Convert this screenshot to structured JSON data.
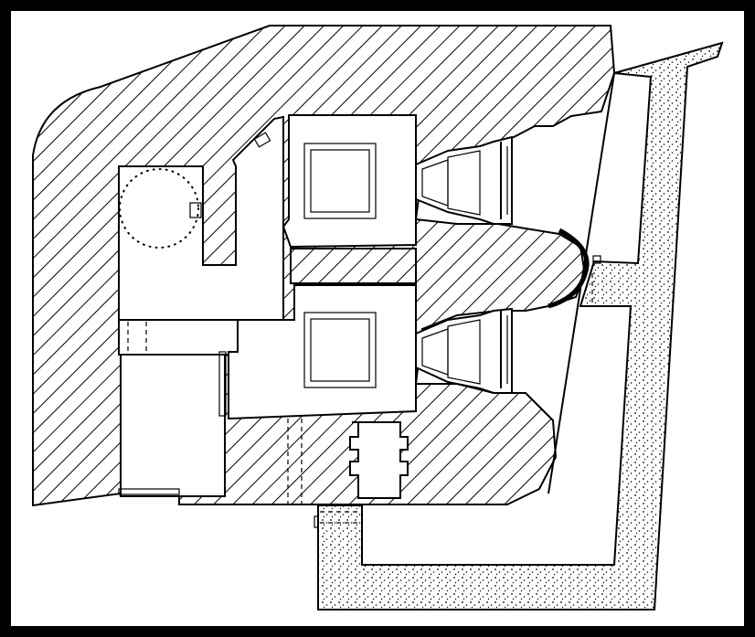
{
  "drawing": {
    "kind": "architectural-plan",
    "colors": {
      "background": "#000000",
      "paper": "#ffffff",
      "ink": "#000000"
    },
    "fills": {
      "wall": "diagonal-hatch",
      "earth": "stipple-dots"
    }
  }
}
